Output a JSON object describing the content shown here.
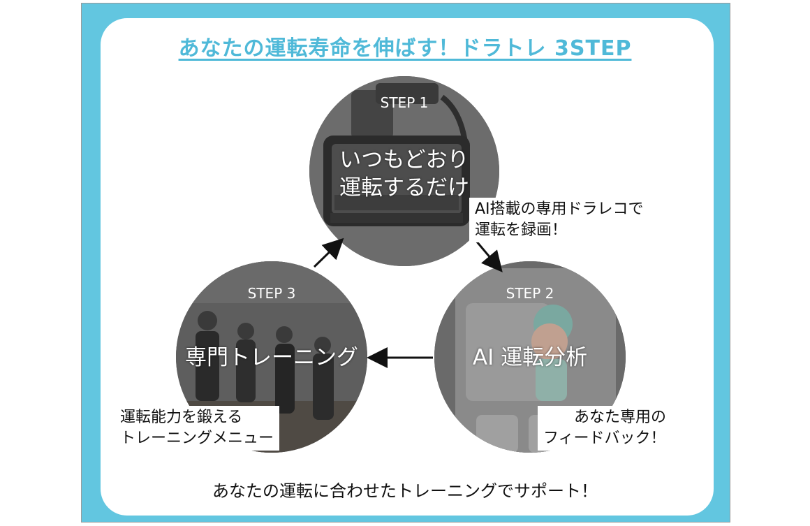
{
  "title": "あなたの運転寿命を伸ばす！ドラトレ 3STEP",
  "steps": [
    {
      "label": "STEP 1",
      "main": "いつもどおり\n運転するだけ",
      "note_lines": [
        "AI搭載の専用ドラレコで",
        "運転を録画！"
      ]
    },
    {
      "label": "STEP 2",
      "main": "AI 運転分析",
      "note_lines": [
        "あなた専用の",
        "フィードバック！"
      ]
    },
    {
      "label": "STEP 3",
      "main": "専門トレーニング",
      "note_lines": [
        "運転能力を鍛える",
        "トレーニングメニュー"
      ]
    }
  ],
  "footer": "あなたの運転に合わせたトレーニングでサポート！",
  "colors": {
    "frame": "#62c6e0",
    "title": "#4fb9d8",
    "circle_overlay": "#555555"
  },
  "icons": [
    "dashcam-photo",
    "app-screenshot-photo",
    "training-photo"
  ]
}
